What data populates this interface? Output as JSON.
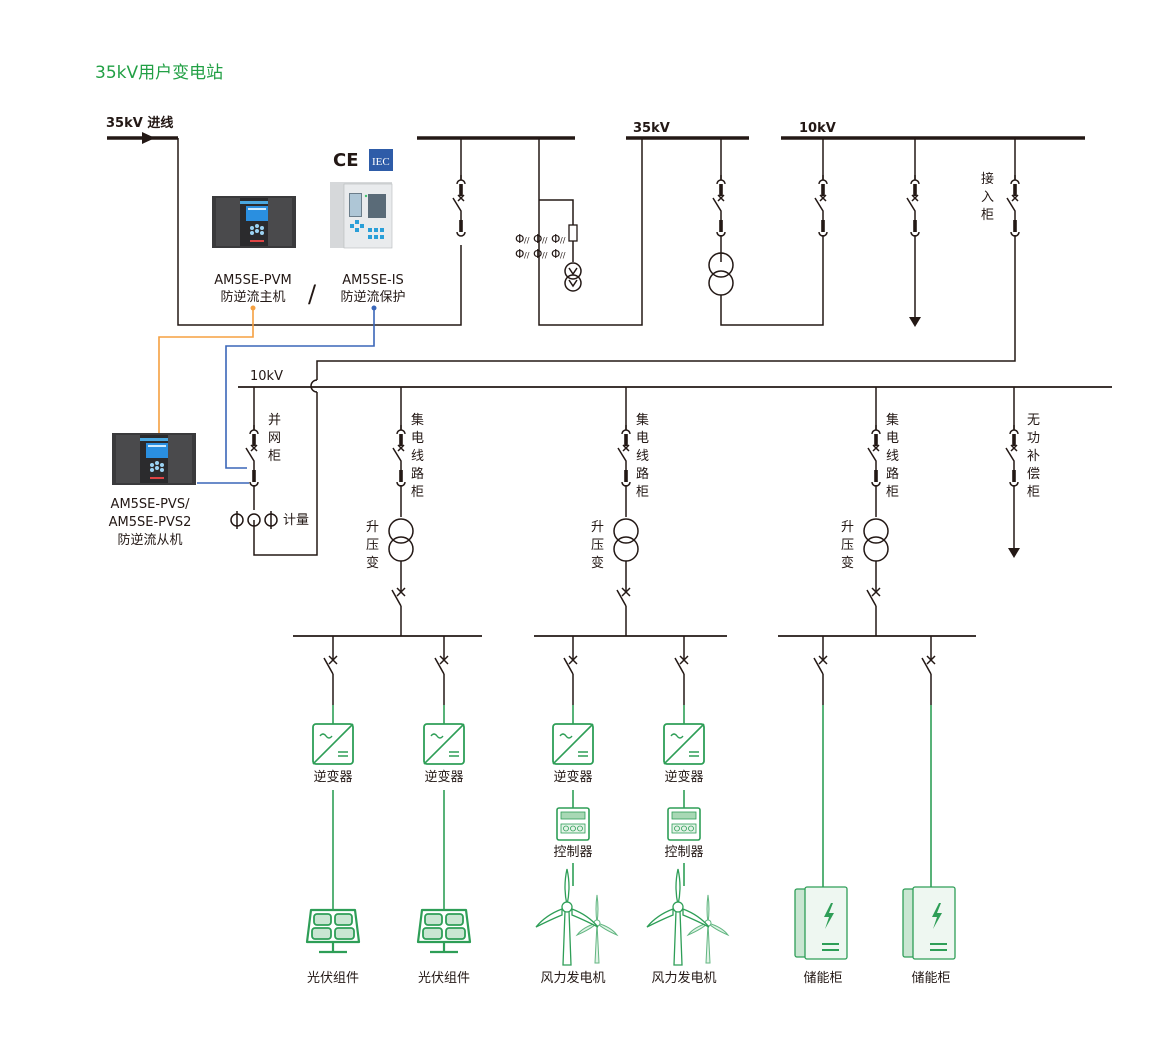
{
  "title": "35kV用户变电站",
  "incoming": {
    "label": "35kV 进线"
  },
  "buses": {
    "bus_35kv": "35kV",
    "bus_10kv_top": "10kV",
    "bus_10kv_main": "10kV"
  },
  "certifications": {
    "ce": "CE",
    "iec": "IEC"
  },
  "devices": {
    "pvm": {
      "model": "AM5SE-PVM",
      "name": "防逆流主机"
    },
    "separator": "/",
    "is": {
      "model": "AM5SE-IS",
      "name": "防逆流保护"
    },
    "pvs": {
      "model_1": "AM5SE-PVS/",
      "model_2": "AM5SE-PVS2",
      "name": "防逆流从机"
    }
  },
  "cabinets": {
    "access": [
      "接",
      "入",
      "柜"
    ],
    "grid": [
      "并",
      "网",
      "柜"
    ],
    "collector": [
      "集",
      "电",
      "线",
      "路",
      "柜"
    ],
    "step_up": [
      "升",
      "压",
      "变"
    ],
    "reactive": [
      "无",
      "功",
      "补",
      "偿",
      "柜"
    ],
    "metering": "计量"
  },
  "branches": [
    {
      "feeder_label": "集电线路柜",
      "transformer_label": "升压变",
      "units": [
        {
          "type": "solar",
          "inverter": "逆变器",
          "source": "光伏组件"
        },
        {
          "type": "solar",
          "inverter": "逆变器",
          "source": "光伏组件"
        }
      ]
    },
    {
      "feeder_label": "集电线路柜",
      "transformer_label": "升压变",
      "units": [
        {
          "type": "wind",
          "inverter": "逆变器",
          "controller": "控制器",
          "source": "风力发电机"
        },
        {
          "type": "wind",
          "inverter": "逆变器",
          "controller": "控制器",
          "source": "风力发电机"
        }
      ]
    },
    {
      "feeder_label": "集电线路柜",
      "transformer_label": "升压变",
      "units": [
        {
          "type": "storage",
          "source": "储能柜"
        },
        {
          "type": "storage",
          "source": "储能柜"
        }
      ]
    }
  ],
  "colors": {
    "title": "#22a045",
    "line": "#231815",
    "green": "#2e9e57",
    "orange": "#f5a040",
    "blue": "#3a66b8",
    "iec_bg": "#2e5ca8"
  }
}
